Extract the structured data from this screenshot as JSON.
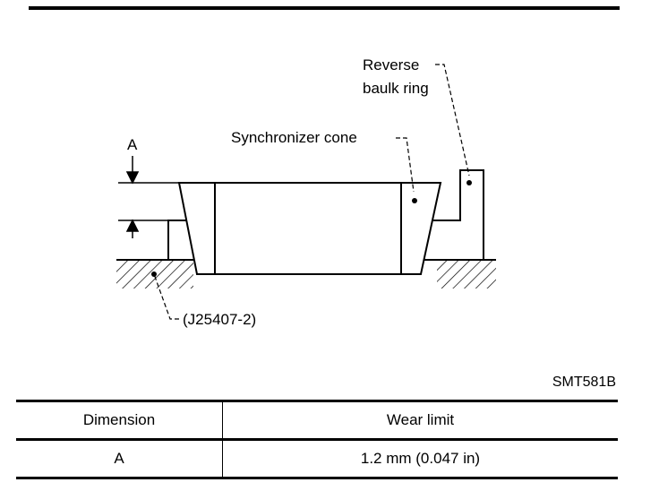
{
  "diagram": {
    "labels": {
      "reverse_line1": "Reverse",
      "reverse_line2": "baulk ring",
      "synchronizer": "Synchronizer cone",
      "dim_a": "A",
      "tool": "(J25407-2)"
    },
    "figure_ref": "SMT581B"
  },
  "table": {
    "headers": [
      "Dimension",
      "Wear limit"
    ],
    "rows": [
      {
        "dimension": "A",
        "wear_limit": "1.2 mm (0.047 in)"
      }
    ]
  }
}
